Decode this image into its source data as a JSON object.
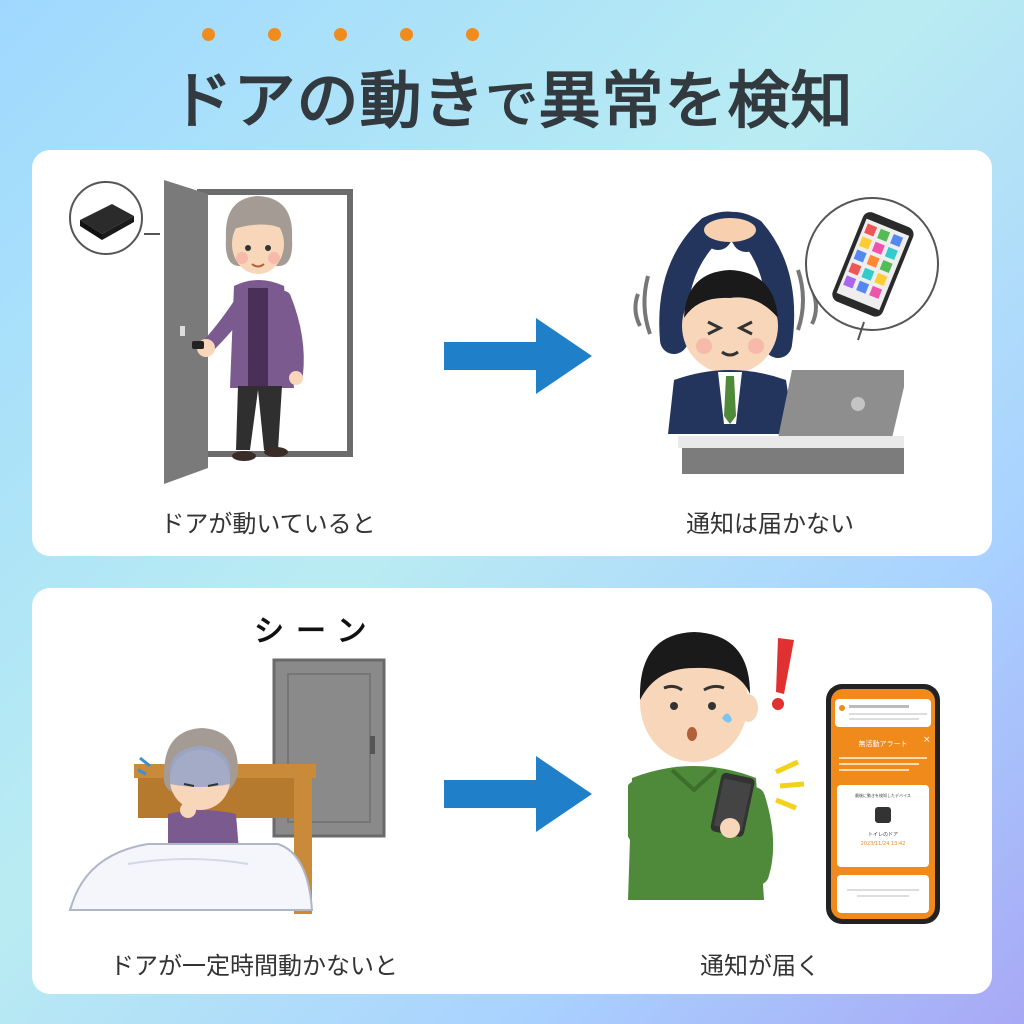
{
  "title": {
    "part1": "ドアの動き",
    "part2": "で",
    "part3": "異常を検知",
    "dot_color": "#f08c1e"
  },
  "panels": [
    {
      "left_caption": "ドアが動いていると",
      "right_caption": "通知は届かない"
    },
    {
      "left_caption": "ドアが一定時間動かないと",
      "right_caption": "通知が届く",
      "sound_effect": "シーン"
    }
  ],
  "phone_screen": {
    "alert_title": "無活動アラート",
    "section_label": "最後に動きを検知したデバイス",
    "device_name": "トイレのドア",
    "timestamp": "2023/11/24 13:42"
  },
  "colors": {
    "arrow": "#1f7fc8",
    "alert_orange": "#f08a1a",
    "title_text": "#333a3f"
  }
}
